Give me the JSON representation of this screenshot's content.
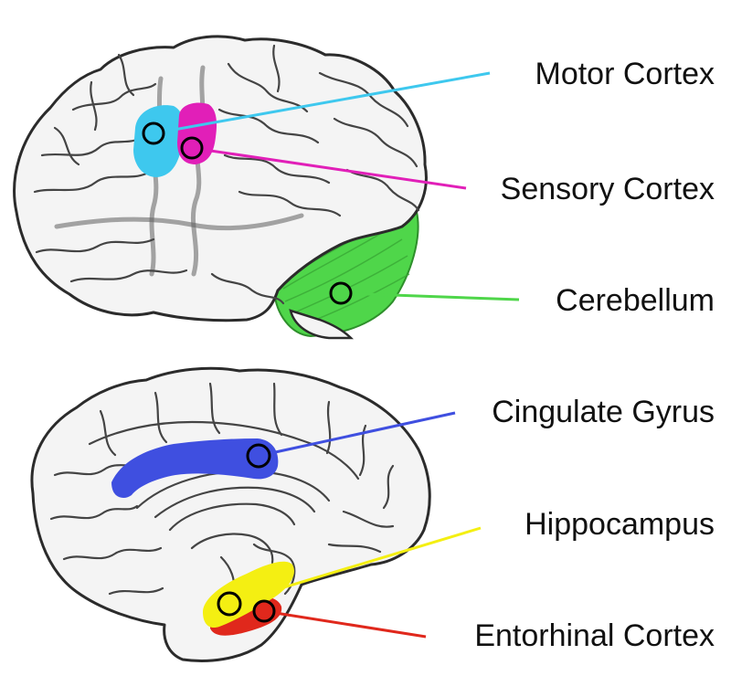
{
  "labels": {
    "motor_cortex": "Motor Cortex",
    "sensory_cortex": "Sensory Cortex",
    "cerebellum": "Cerebellum",
    "cingulate_gyrus": "Cingulate Gyrus",
    "hippocampus": "Hippocampus",
    "entorhinal_cortex": "Entorhinal Cortex"
  },
  "colors": {
    "motor_cortex": "#3ec8ee",
    "sensory_cortex": "#e11fb8",
    "cerebellum": "#4fd64a",
    "cingulate_gyrus": "#3f4fe0",
    "hippocampus": "#f4ef12",
    "entorhinal_cortex": "#e0281c"
  }
}
